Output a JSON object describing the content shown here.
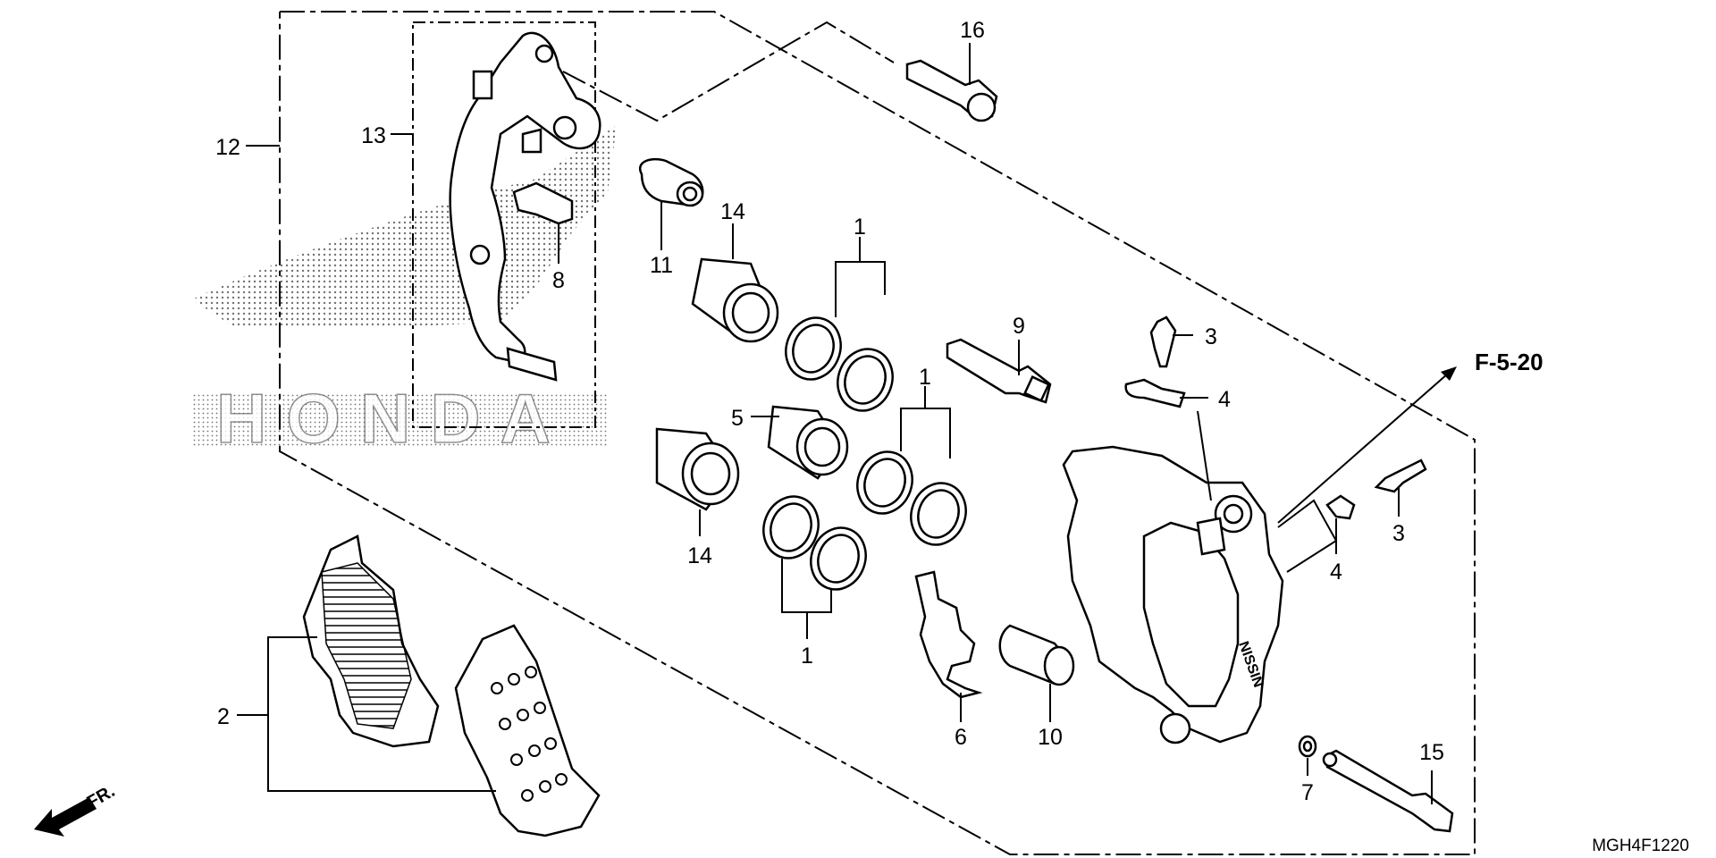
{
  "diagram": {
    "labels": {
      "p1a": "1",
      "p1b": "1",
      "p1c": "1",
      "p2": "2",
      "p3a": "3",
      "p3b": "3",
      "p4a": "4",
      "p4b": "4",
      "p5": "5",
      "p6": "6",
      "p7": "7",
      "p8": "8",
      "p9": "9",
      "p10": "10",
      "p11": "11",
      "p12": "12",
      "p13": "13",
      "p14a": "14",
      "p14b": "14",
      "p15": "15",
      "p16": "16"
    },
    "reference": "F-5-20",
    "watermark_text": "HONDA",
    "direction": "FR.",
    "caliper_brand": "NISSIN",
    "diagram_code": "MGH4F1220"
  }
}
